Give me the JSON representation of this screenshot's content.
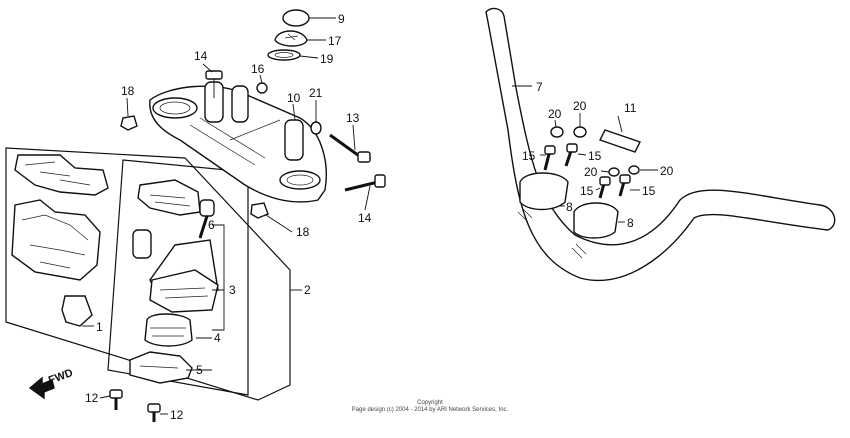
{
  "callouts": {
    "c1": "1",
    "c2": "2",
    "c3": "3",
    "c4": "4",
    "c5": "5",
    "c6": "6",
    "c7": "7",
    "c8a": "8",
    "c8b": "8",
    "c9": "9",
    "c10": "10",
    "c11": "11",
    "c12a": "12",
    "c12b": "12",
    "c13": "13",
    "c14a": "14",
    "c14b": "14",
    "c15a": "15",
    "c15b": "15",
    "c15c": "15",
    "c15d": "15",
    "c16": "16",
    "c17": "17",
    "c18a": "18",
    "c18b": "18",
    "c19": "19",
    "c20a": "20",
    "c20b": "20",
    "c20c": "20",
    "c20d": "20",
    "c21": "21"
  },
  "fwd_label": "FWD",
  "copyright": {
    "line1": "Copyright",
    "line2": "Page design (c) 2004 - 2014 by ARI Network Services, Inc."
  }
}
